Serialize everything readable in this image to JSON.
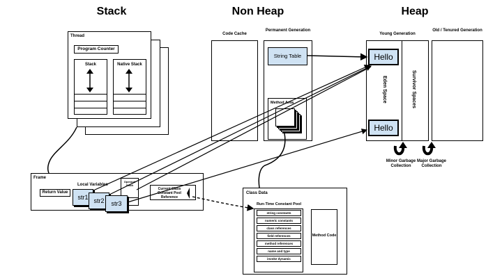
{
  "headers": {
    "stack": "Stack",
    "non_heap": "Non Heap",
    "heap": "Heap"
  },
  "thread": {
    "title": "Thread",
    "program_counter": "Program Counter",
    "stack": "Stack",
    "native_stack": "Native Stack"
  },
  "non_heap": {
    "code_cache": "Code Cache",
    "permanent_generation": "Permanent Generation",
    "string_table": "String Table",
    "method_area": "Method Area"
  },
  "heap": {
    "young_generation": "Young Generation",
    "old_generation": "Old / Tenured Generation",
    "eden_space": "Eden Space",
    "survivor_spaces": "Survivor Spaces",
    "hello_top": "Hello",
    "hello_bottom": "Hello",
    "minor_gc": "Minor Garbage Collection",
    "major_gc": "Major Garbage Collection"
  },
  "frame": {
    "title": "Frame",
    "return_value": "Return Value",
    "local_variables": "Local Variables",
    "operand_stack": "Operand Stack",
    "cp_reference": "Current Class Constant Pool Reference",
    "str1": "str1",
    "str2": "str2",
    "str3": "str3"
  },
  "class_data": {
    "title": "Class Data",
    "rcp_title": "Run-Time Constant Pool",
    "rcp_items": [
      "string constants",
      "numeric constants",
      "class references",
      "field references",
      "method references",
      "name and type",
      "invoke dynamic"
    ],
    "method_code": "Method Code"
  }
}
